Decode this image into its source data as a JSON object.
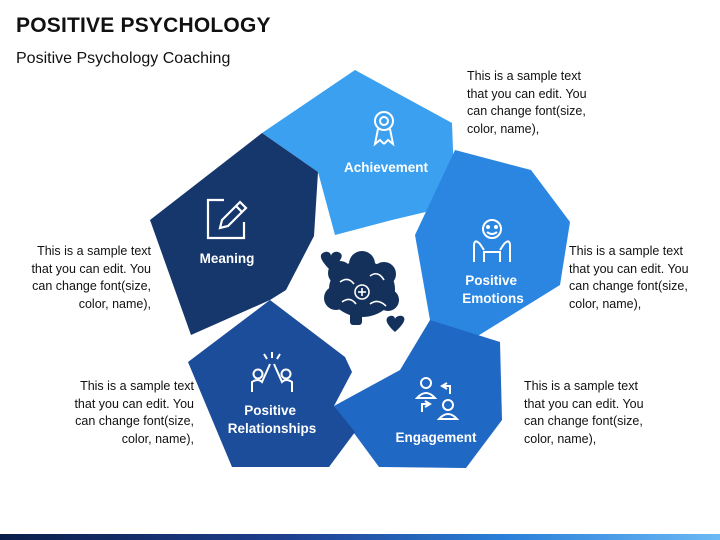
{
  "header": {
    "title": "POSITIVE PSYCHOLOGY",
    "subtitle": "Positive Psychology Coaching"
  },
  "segments": [
    {
      "label_lines": [
        "Achievement"
      ],
      "icon": "ribbon-award-icon",
      "color": "#3aa0ef"
    },
    {
      "label_lines": [
        "Positive",
        "Emotions"
      ],
      "icon": "happy-person-icon",
      "color": "#2b86e2"
    },
    {
      "label_lines": [
        "Engagement"
      ],
      "icon": "people-exchange-icon",
      "color": "#1f68c4"
    },
    {
      "label_lines": [
        "Positive",
        "Relationships"
      ],
      "icon": "high-five-icon",
      "color": "#1b4d9a"
    },
    {
      "label_lines": [
        "Meaning"
      ],
      "icon": "pencil-note-icon",
      "color": "#16376b"
    }
  ],
  "center": {
    "icon": "brain-hearts-icon",
    "color": "#14315c"
  },
  "descriptions": {
    "achievement": [
      "This is a sample text",
      "that you can edit. You",
      "can change font(size,",
      "color, name),"
    ],
    "positive_emotions": [
      "This is a sample text",
      "that you can edit. You",
      "can change font(size,",
      "color, name),"
    ],
    "engagement": [
      "This is a sample text",
      "that you can edit. You",
      "can change font(size,",
      "color, name),"
    ],
    "positive_relationships": [
      "This is a sample text",
      "that you can edit. You",
      "can change font(size,",
      "color, name),"
    ],
    "meaning": [
      "This is a sample text",
      "that you can edit. You",
      "can change font(size,",
      "color, name),"
    ]
  }
}
